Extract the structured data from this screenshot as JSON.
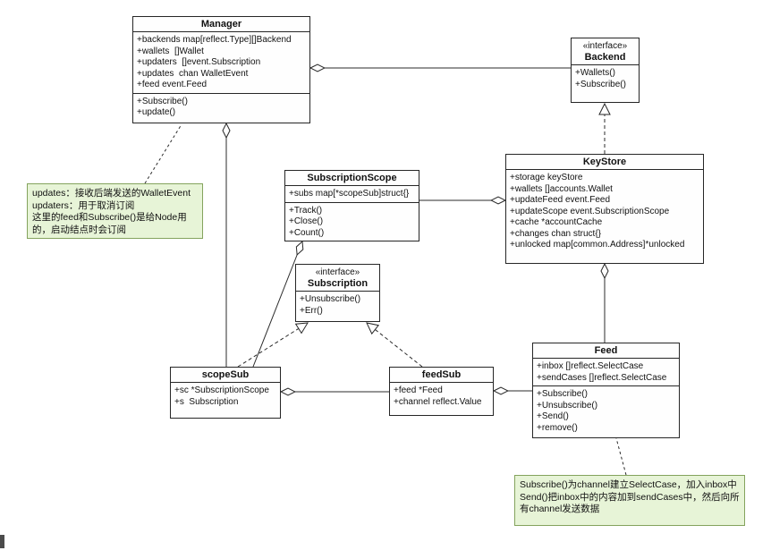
{
  "diagram": {
    "background": "#ffffff",
    "box_fill": "#fefefe",
    "box_border": "#262626",
    "note_fill": "#e7f4d7",
    "note_border": "#84a35d"
  },
  "classes": {
    "manager": {
      "name": "Manager",
      "attributes": [
        "+backends map[reflect.Type][]Backend",
        "+wallets  []Wallet",
        "+updaters  []event.Subscription",
        "+updates  chan WalletEvent",
        "+feed event.Feed"
      ],
      "methods": [
        "+Subscribe()",
        "+update()"
      ]
    },
    "backend": {
      "stereotype": "«interface»",
      "name": "Backend",
      "methods": [
        "+Wallets()",
        "+Subscribe()"
      ]
    },
    "keystore": {
      "name": "KeyStore",
      "attributes": [
        "+storage keyStore",
        "+wallets []accounts.Wallet",
        "+updateFeed event.Feed",
        "+updateScope event.SubscriptionScope",
        "+cache *accountCache",
        "+changes chan struct{}",
        "+unlocked map[common.Address]*unlocked"
      ]
    },
    "subscription_scope": {
      "name": "SubscriptionScope",
      "attributes": [
        "+subs map[*scopeSub]struct{}"
      ],
      "methods": [
        "+Track()",
        "+Close()",
        "+Count()"
      ]
    },
    "subscription": {
      "stereotype": "«interface»",
      "name": "Subscription",
      "methods": [
        "+Unsubscribe()",
        "+Err()"
      ]
    },
    "scope_sub": {
      "name": "scopeSub",
      "attributes": [
        "+sc *SubscriptionScope",
        "+s  Subscription"
      ]
    },
    "feed_sub": {
      "name": "feedSub",
      "attributes": [
        "+feed *Feed",
        "+channel reflect.Value"
      ]
    },
    "feed": {
      "name": "Feed",
      "attributes": [
        "+inbox []reflect.SelectCase",
        "+sendCases []reflect.SelectCase"
      ],
      "methods": [
        "+Subscribe()",
        "+Unsubscribe()",
        "+Send()",
        "+remove()"
      ]
    }
  },
  "notes": {
    "manager_note": {
      "lines": [
        "updates：接收后端发送的WalletEvent",
        "updaters：用于取消订阅",
        "这里的feed和Subscribe()是给Node用",
        "的，启动结点时会订阅"
      ]
    },
    "feed_note": {
      "lines": [
        "Subscribe()为channel建立SelectCase，加入inbox中",
        "Send()把inbox中的内容加到sendCases中，然后向所",
        "有channel发送数据"
      ]
    }
  },
  "relationships": [
    {
      "from": "Manager",
      "to": "Backend",
      "type": "aggregation"
    },
    {
      "from": "KeyStore",
      "to": "Backend",
      "type": "realization"
    },
    {
      "from": "KeyStore",
      "to": "SubscriptionScope",
      "type": "aggregation"
    },
    {
      "from": "KeyStore",
      "to": "Feed",
      "type": "aggregation"
    },
    {
      "from": "Manager",
      "to": "scopeSub",
      "type": "aggregation"
    },
    {
      "from": "SubscriptionScope",
      "to": "scopeSub",
      "type": "aggregation"
    },
    {
      "from": "scopeSub",
      "to": "Subscription",
      "type": "realization"
    },
    {
      "from": "feedSub",
      "to": "Subscription",
      "type": "realization"
    },
    {
      "from": "scopeSub",
      "to": "feedSub",
      "type": "aggregation"
    },
    {
      "from": "feedSub",
      "to": "Feed",
      "type": "aggregation"
    },
    {
      "from": "note-manager",
      "to": "Manager",
      "type": "note-link"
    },
    {
      "from": "note-feed",
      "to": "Feed",
      "type": "note-link"
    }
  ]
}
